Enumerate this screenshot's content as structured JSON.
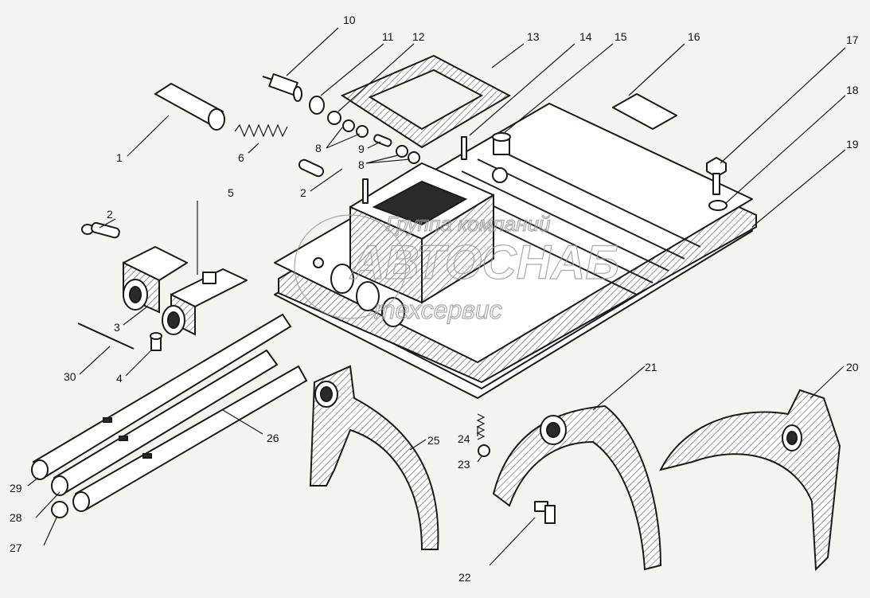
{
  "figure": {
    "labels": [
      "1",
      "2",
      "3",
      "4",
      "5",
      "6",
      "8",
      "9",
      "10",
      "11",
      "12",
      "13",
      "14",
      "15",
      "16",
      "17",
      "18",
      "19",
      "20",
      "21",
      "22",
      "23",
      "24",
      "25",
      "26",
      "27",
      "28",
      "29",
      "30"
    ],
    "label_2_repeat": "2",
    "label_8_repeat": "8"
  },
  "watermark": {
    "line1": "Группа компаний",
    "line2": "АВТОСНАБ",
    "line3": "техсервис"
  }
}
